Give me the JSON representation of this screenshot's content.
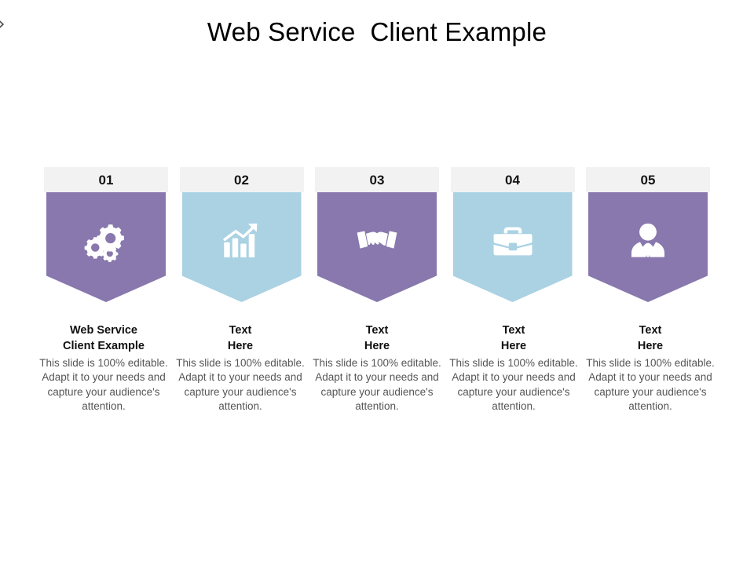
{
  "slide": {
    "title": "Web Service  Client Example",
    "corner_icon": "chevron-outline-icon",
    "background_color": "#ffffff"
  },
  "theme": {
    "purple": "#8878ad",
    "blue": "#aad2e3",
    "number_strip": "#f2f2f2",
    "title_color": "#000000",
    "body_text_color": "#555555",
    "heading_text_color": "#101010"
  },
  "cards": [
    {
      "number": "01",
      "color": "#8878ad",
      "color_name": "purple",
      "icon": "gears-icon",
      "title": "Web Service\nClient Example",
      "body": "This slide is 100% editable. Adapt  it to your needs and capture your audience's attention."
    },
    {
      "number": "02",
      "color": "#aad2e3",
      "color_name": "blue",
      "icon": "bar-chart-growth-icon",
      "title": "Text\nHere",
      "body": "This slide is 100% editable. Adapt  it to your needs and capture your audience's attention."
    },
    {
      "number": "03",
      "color": "#8878ad",
      "color_name": "purple",
      "icon": "handshake-icon",
      "title": "Text\nHere",
      "body": "This slide is 100% editable. Adapt  it to your needs and capture your audience's attention."
    },
    {
      "number": "04",
      "color": "#aad2e3",
      "color_name": "blue",
      "icon": "briefcase-icon",
      "title": "Text\nHere",
      "body": "This slide is 100% editable. Adapt  it to your needs and capture your audience's attention."
    },
    {
      "number": "05",
      "color": "#8878ad",
      "color_name": "purple",
      "icon": "businessman-icon",
      "title": "Text\nHere",
      "body": "This slide is 100% editable. Adapt  it to your needs and capture your audience's attention."
    }
  ]
}
